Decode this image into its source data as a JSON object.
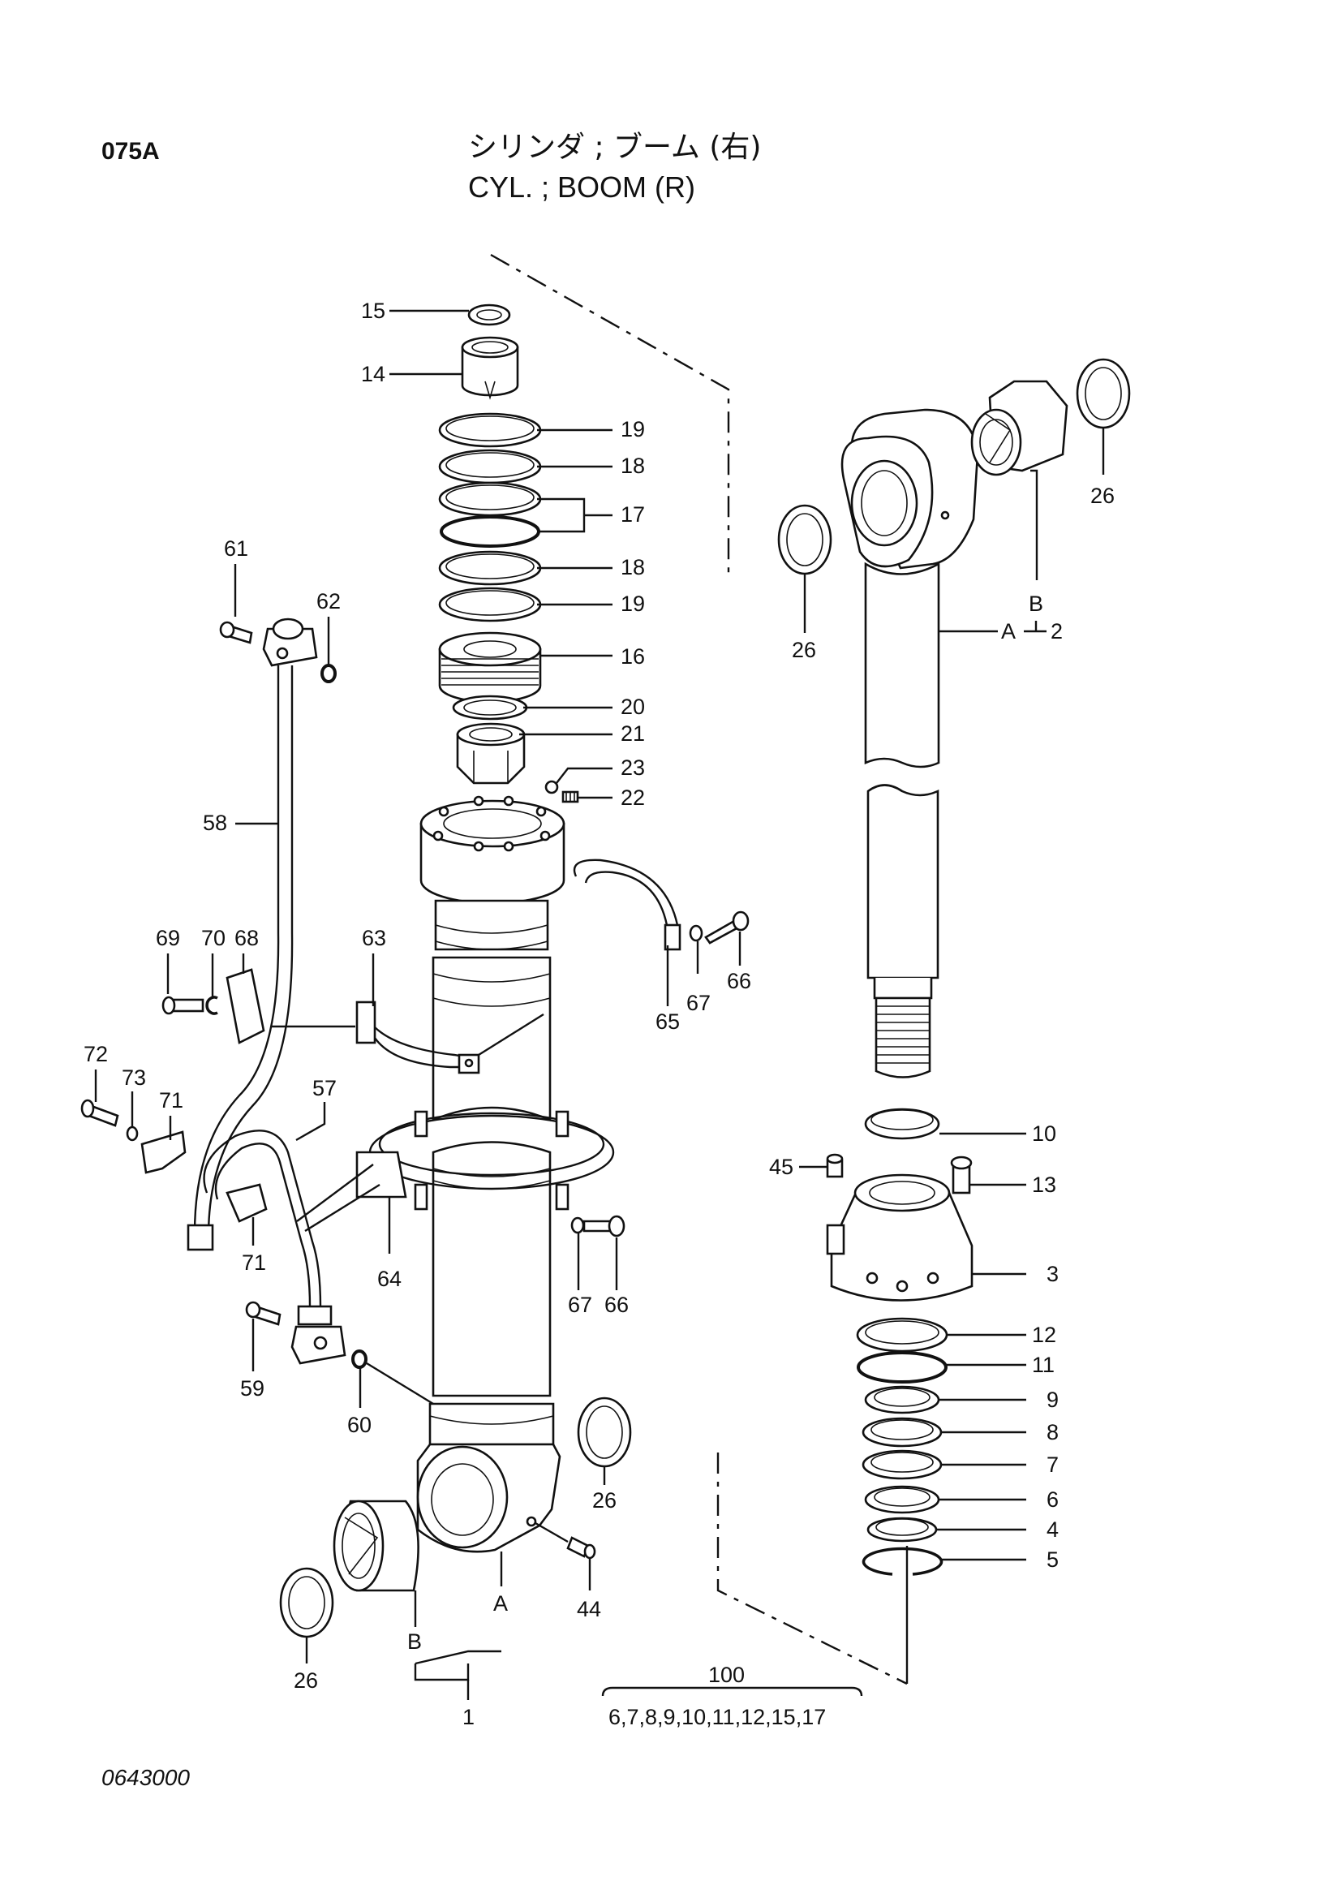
{
  "header": {
    "page_code": "075A",
    "title_jp": "シリンダ ; ブーム (右)",
    "title_en": "CYL. ; BOOM (R)"
  },
  "footer": {
    "drawing_number": "0643000"
  },
  "callouts": [
    {
      "id": "c15",
      "label": "15"
    },
    {
      "id": "c14",
      "label": "14"
    },
    {
      "id": "c19a",
      "label": "19"
    },
    {
      "id": "c18a",
      "label": "18"
    },
    {
      "id": "c17",
      "label": "17"
    },
    {
      "id": "c18b",
      "label": "18"
    },
    {
      "id": "c19b",
      "label": "19"
    },
    {
      "id": "c16",
      "label": "16"
    },
    {
      "id": "c20",
      "label": "20"
    },
    {
      "id": "c21",
      "label": "21"
    },
    {
      "id": "c23",
      "label": "23"
    },
    {
      "id": "c22",
      "label": "22"
    },
    {
      "id": "c61",
      "label": "61"
    },
    {
      "id": "c62",
      "label": "62"
    },
    {
      "id": "c58",
      "label": "58"
    },
    {
      "id": "c63",
      "label": "63"
    },
    {
      "id": "c69",
      "label": "69"
    },
    {
      "id": "c70",
      "label": "70"
    },
    {
      "id": "c68",
      "label": "68"
    },
    {
      "id": "c65",
      "label": "65"
    },
    {
      "id": "c67a",
      "label": "67"
    },
    {
      "id": "c66a",
      "label": "66"
    },
    {
      "id": "c72",
      "label": "72"
    },
    {
      "id": "c73",
      "label": "73"
    },
    {
      "id": "c71a",
      "label": "71"
    },
    {
      "id": "c57",
      "label": "57"
    },
    {
      "id": "c71b",
      "label": "71"
    },
    {
      "id": "c64",
      "label": "64"
    },
    {
      "id": "c67b",
      "label": "67"
    },
    {
      "id": "c66b",
      "label": "66"
    },
    {
      "id": "c59",
      "label": "59"
    },
    {
      "id": "c60",
      "label": "60"
    },
    {
      "id": "c26a",
      "label": "26"
    },
    {
      "id": "c44",
      "label": "44"
    },
    {
      "id": "c26b",
      "label": "26"
    },
    {
      "id": "c26c",
      "label": "26"
    },
    {
      "id": "c26d",
      "label": "26"
    },
    {
      "id": "cB1",
      "label": "B"
    },
    {
      "id": "cA1",
      "label": "A"
    },
    {
      "id": "c1",
      "label": "1"
    },
    {
      "id": "cB2",
      "label": "B"
    },
    {
      "id": "cA2",
      "label": "A"
    },
    {
      "id": "c2",
      "label": "2"
    },
    {
      "id": "c10",
      "label": "10"
    },
    {
      "id": "c45",
      "label": "45"
    },
    {
      "id": "c13",
      "label": "13"
    },
    {
      "id": "c3",
      "label": "3"
    },
    {
      "id": "c12",
      "label": "12"
    },
    {
      "id": "c11",
      "label": "11"
    },
    {
      "id": "c9",
      "label": "9"
    },
    {
      "id": "c8",
      "label": "8"
    },
    {
      "id": "c7",
      "label": "7"
    },
    {
      "id": "c6",
      "label": "6"
    },
    {
      "id": "c4",
      "label": "4"
    },
    {
      "id": "c5",
      "label": "5"
    }
  ],
  "kit": {
    "number": "100",
    "contents": "6,7,8,9,10,11,12,15,17"
  }
}
